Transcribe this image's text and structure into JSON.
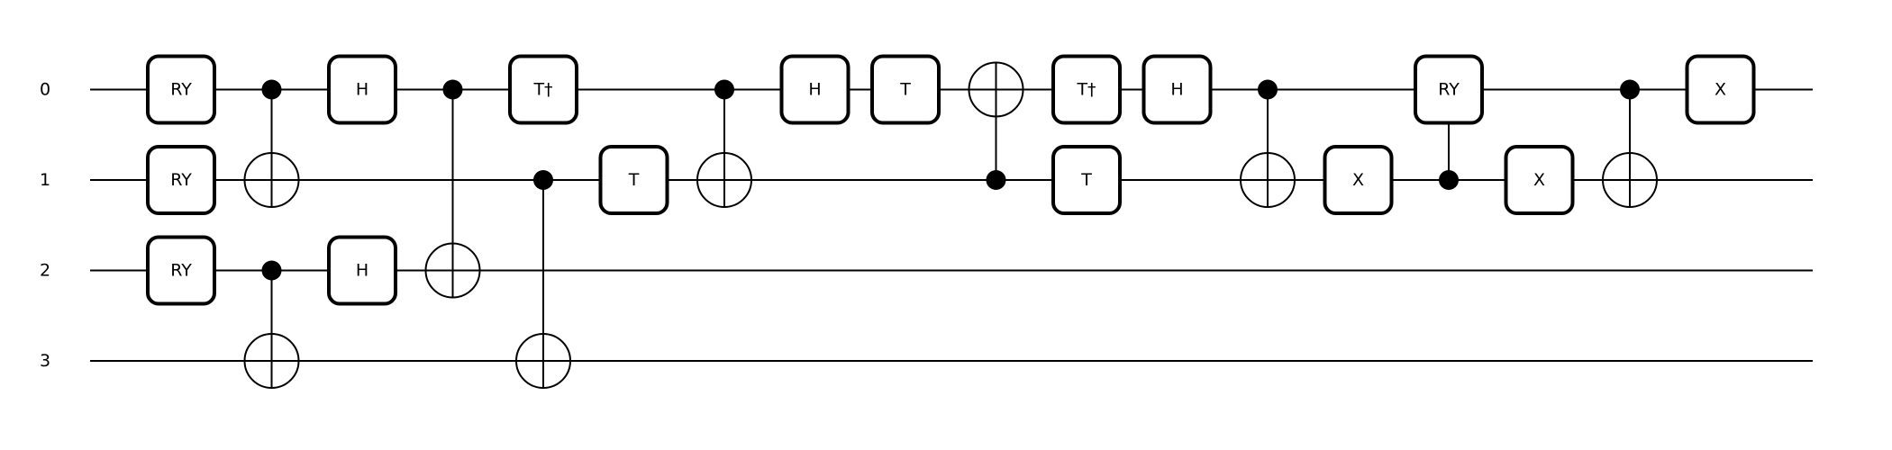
{
  "circuit": {
    "qubits": [
      "0",
      "1",
      "2",
      "3"
    ],
    "steps": [
      {
        "type": "gate",
        "qubit": 0,
        "column": 1,
        "label": "RY"
      },
      {
        "type": "gate",
        "qubit": 1,
        "column": 1,
        "label": "RY"
      },
      {
        "type": "gate",
        "qubit": 2,
        "column": 1,
        "label": "RY"
      },
      {
        "type": "cx",
        "control": 0,
        "target": 1,
        "column": 2
      },
      {
        "type": "cx",
        "control": 2,
        "target": 3,
        "column": 2
      },
      {
        "type": "gate",
        "qubit": 0,
        "column": 3,
        "label": "H"
      },
      {
        "type": "gate",
        "qubit": 2,
        "column": 3,
        "label": "H"
      },
      {
        "type": "cx",
        "control": 0,
        "target": 2,
        "column": 4
      },
      {
        "type": "gate",
        "qubit": 0,
        "column": 5,
        "label": "T†"
      },
      {
        "type": "cx",
        "control": 1,
        "target": 3,
        "column": 5
      },
      {
        "type": "gate",
        "qubit": 1,
        "column": 6,
        "label": "T"
      },
      {
        "type": "cx",
        "control": 0,
        "target": 1,
        "column": 7
      },
      {
        "type": "gate",
        "qubit": 0,
        "column": 8,
        "label": "H"
      },
      {
        "type": "gate",
        "qubit": 0,
        "column": 9,
        "label": "T"
      },
      {
        "type": "cx",
        "control": 1,
        "target": 0,
        "column": 10
      },
      {
        "type": "gate",
        "qubit": 0,
        "column": 11,
        "label": "T†"
      },
      {
        "type": "gate",
        "qubit": 1,
        "column": 11,
        "label": "T"
      },
      {
        "type": "gate",
        "qubit": 0,
        "column": 12,
        "label": "H"
      },
      {
        "type": "cx",
        "control": 0,
        "target": 1,
        "column": 13
      },
      {
        "type": "gate",
        "qubit": 1,
        "column": 14,
        "label": "X"
      },
      {
        "type": "cgate",
        "control": 1,
        "target": 0,
        "column": 15,
        "label": "RY"
      },
      {
        "type": "gate",
        "qubit": 1,
        "column": 16,
        "label": "X"
      },
      {
        "type": "cx",
        "control": 0,
        "target": 1,
        "column": 17
      },
      {
        "type": "gate",
        "qubit": 0,
        "column": 18,
        "label": "X"
      }
    ]
  }
}
